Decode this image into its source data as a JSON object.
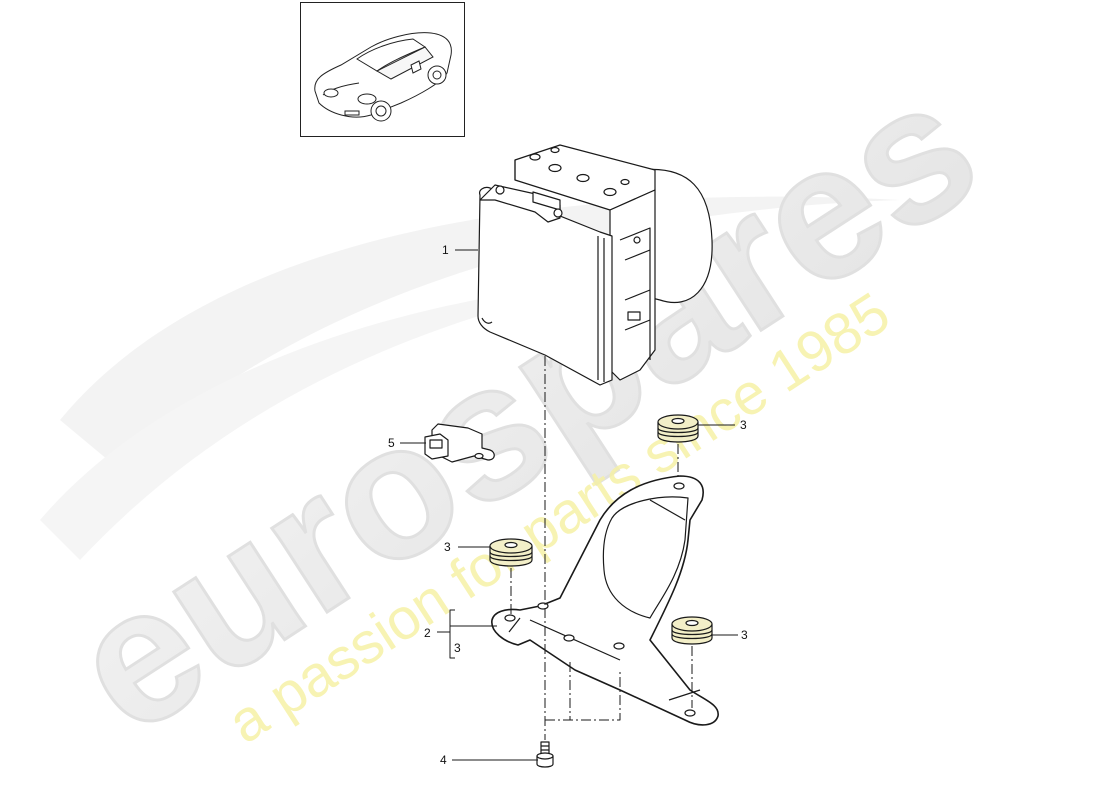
{
  "diagram": {
    "type": "exploded-parts-diagram",
    "subject": "ABS hydraulic unit with mounting bracket",
    "watermark": {
      "brand": "eurospares",
      "tagline": "a passion for parts since 1985",
      "brand_color": "#e6e6e6",
      "tagline_color": "#f5f0a8"
    },
    "thumbnail": {
      "label": "vehicle-overview",
      "description": "Convertible sports car line drawing"
    },
    "callouts": [
      {
        "id": "c1",
        "label": "1",
        "part": "ABS hydraulic unit / control module"
      },
      {
        "id": "c5",
        "label": "5",
        "part": "sensor with connector"
      },
      {
        "id": "c3a",
        "label": "3",
        "part": "rubber bushing (upper right)"
      },
      {
        "id": "c3b",
        "label": "3",
        "part": "rubber bushing (left)"
      },
      {
        "id": "c2",
        "label": "2",
        "part": "mounting bracket"
      },
      {
        "id": "c2sub",
        "label": "3",
        "part": "bracket includes bushings"
      },
      {
        "id": "c3c",
        "label": "3",
        "part": "rubber bushing (lower right)"
      },
      {
        "id": "c4",
        "label": "4",
        "part": "bolt"
      }
    ],
    "colors": {
      "line": "#1a1a1a",
      "bushing_fill": "#f3efc8",
      "part_fill": "#ffffff"
    }
  }
}
